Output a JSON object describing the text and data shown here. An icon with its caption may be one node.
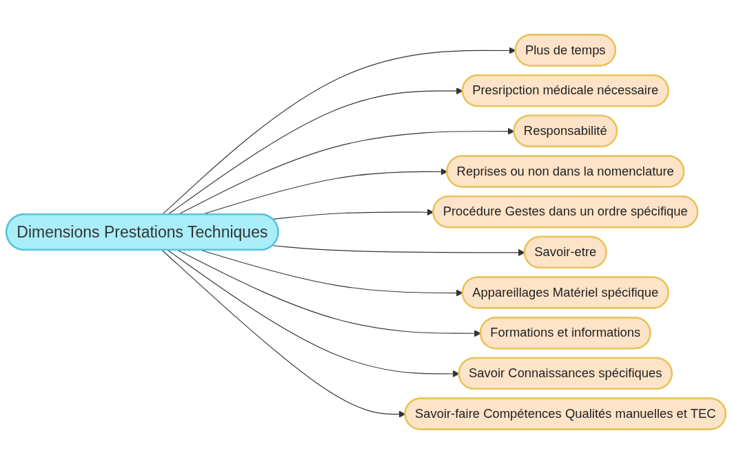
{
  "diagram": {
    "nodes": [
      {
        "text": [
          "Plus de temps"
        ]
      },
      {
        "text": [
          "Presripction médicale nécessaire"
        ]
      },
      {
        "text": [
          "Responsabilité"
        ]
      },
      {
        "text": [
          "Reprises ou non dans la nomenclature"
        ]
      },
      {
        "text": [
          "Procédure Gestes dans un ordre spécifique"
        ]
      },
      {
        "text": [
          "Dimensions Prestations Techniques"
        ]
      },
      {
        "text": [
          "Savoir-etre"
        ]
      },
      {
        "text": [
          "Appareillages Matériel spécifique"
        ]
      },
      {
        "text": [
          "Formations et informations"
        ]
      },
      {
        "text": [
          "Savoir Connaissances spécifiques"
        ]
      },
      {
        "text": [
          "Savoir-faire Compétences Qualités manuelles et TEC"
        ]
      }
    ],
    "edges": [
      {
        "from": 5,
        "to": 0,
        "arrow": "to"
      },
      {
        "from": 5,
        "to": 1,
        "arrow": "to"
      },
      {
        "from": 5,
        "to": 2,
        "arrow": "to"
      },
      {
        "from": 5,
        "to": 3,
        "arrow": "to"
      },
      {
        "from": 5,
        "to": 4,
        "arrow": "to"
      },
      {
        "from": 5,
        "to": 6,
        "arrow": "to"
      },
      {
        "from": 5,
        "to": 7,
        "arrow": "to"
      },
      {
        "from": 5,
        "to": 8,
        "arrow": "to"
      },
      {
        "from": 5,
        "to": 9,
        "arrow": "to"
      },
      {
        "from": 5,
        "to": 10,
        "arrow": "to"
      }
    ]
  }
}
